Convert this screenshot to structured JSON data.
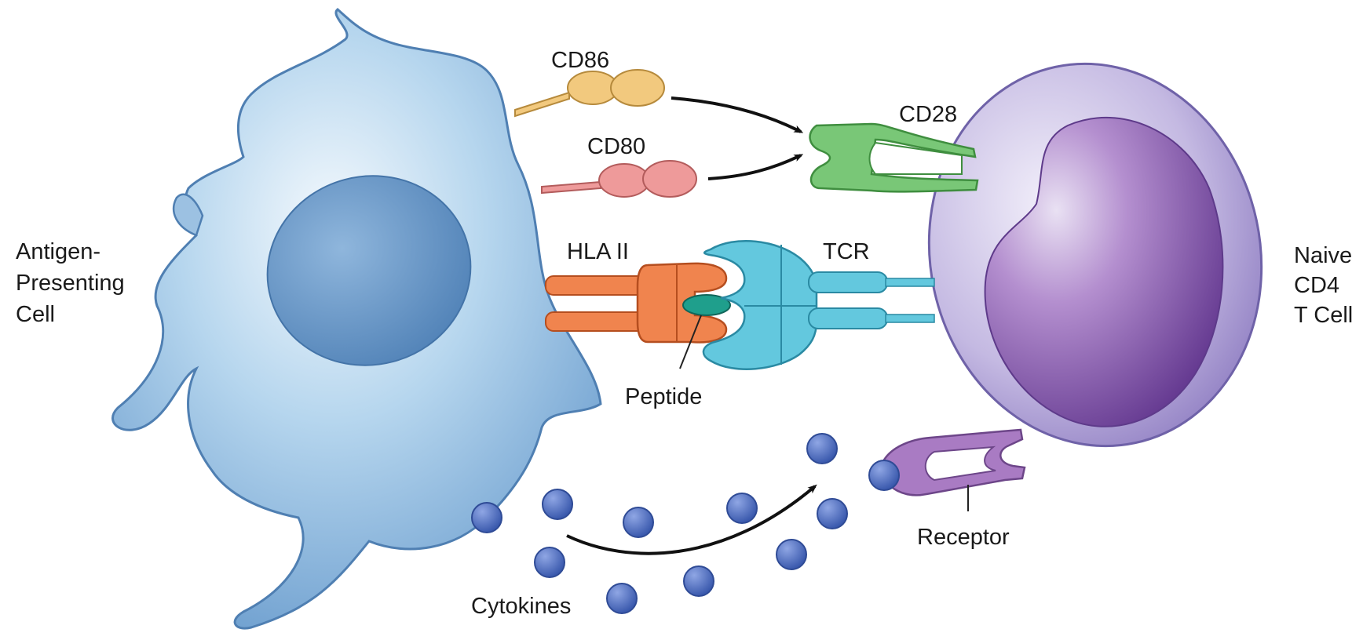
{
  "labels": {
    "apc_line1": "Antigen-",
    "apc_line2": "Presenting",
    "apc_line3": "Cell",
    "tcell_line1": "Naive",
    "tcell_line2": "CD4",
    "tcell_line3": "T Cell",
    "cd86": "CD86",
    "cd80": "CD80",
    "cd28": "CD28",
    "hla": "HLA II",
    "tcr": "TCR",
    "peptide": "Peptide",
    "receptor": "Receptor",
    "cytokines": "Cytokines"
  },
  "colors": {
    "apc_body": "#9cc7e6",
    "apc_nucleus": "#5f93c4",
    "tcell_membrane": "#b3a6d6",
    "tcell_nucleus": "#6a3f96",
    "cd86": "#f2c97e",
    "cd80": "#ee9a9a",
    "cd28": "#79c777",
    "hla": "#f0844e",
    "tcr": "#63c8de",
    "peptide": "#1f9f8c",
    "receptor": "#a97bc3",
    "cytokine": "#4e6fc2",
    "arrow": "#111111"
  }
}
